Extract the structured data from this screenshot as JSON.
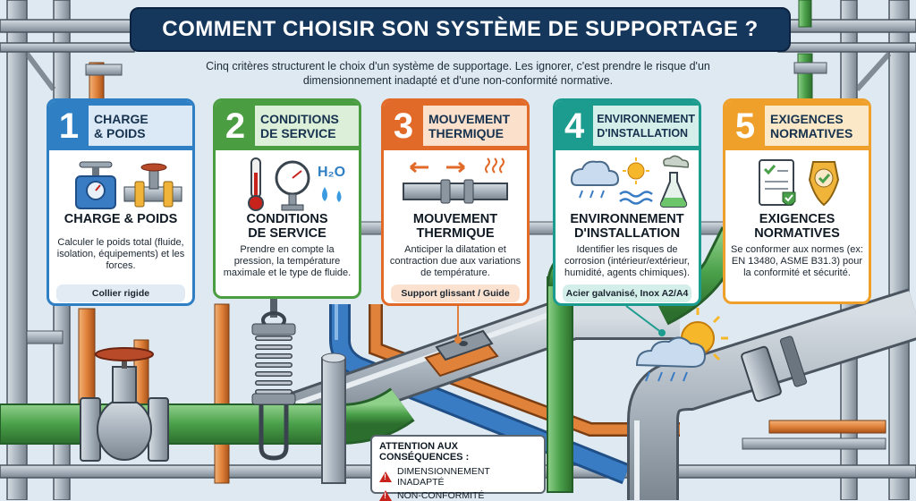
{
  "header": {
    "title": "COMMENT CHOISIR SON SYSTÈME DE SUPPORTAGE ?",
    "intro": "Cinq critères structurent le choix d'un système de supportage. Les ignorer, c'est prendre le risque d'un dimensionnement inadapté et d'une non-conformité normative."
  },
  "cards": [
    {
      "number": "1",
      "header_line1": "CHARGE",
      "header_line2": "& POIDS",
      "title_line1": "CHARGE & POIDS",
      "title_line2": "",
      "description": "Calculer le poids total (fluide, isolation, équipements) et les forces.",
      "tag": "Collier rigide",
      "color": "#2f7fc4",
      "tag_bg": "#e2ebf4"
    },
    {
      "number": "2",
      "header_line1": "CONDITIONS",
      "header_line2": "DE SERVICE",
      "title_line1": "CONDITIONS",
      "title_line2": "DE SERVICE",
      "description": "Prendre en compte la pression, la température maximale et le type de fluide.",
      "tag": "",
      "color": "#4a9d41",
      "tag_bg": ""
    },
    {
      "number": "3",
      "header_line1": "MOUVEMENT",
      "header_line2": "THERMIQUE",
      "title_line1": "MOUVEMENT",
      "title_line2": "THERMIQUE",
      "description": "Anticiper la dilatation et contraction due aux variations de température.",
      "tag": "Support glissant / Guide",
      "color": "#e26a28",
      "tag_bg": "#fbe2d0"
    },
    {
      "number": "4",
      "header_line1": "ENVIRONNEMENT",
      "header_line2": "D'INSTALLATION",
      "title_line1": "ENVIRONNEMENT",
      "title_line2": "D'INSTALLATION",
      "description": "Identifier les risques de corrosion (intérieur/extérieur, humidité, agents chimiques).",
      "tag": "Acier galvanisé, Inox A2/A4",
      "color": "#1c9c8e",
      "tag_bg": "#d4eee9"
    },
    {
      "number": "5",
      "header_line1": "EXIGENCES",
      "header_line2": "NORMATIVES",
      "title_line1": "EXIGENCES",
      "title_line2": "NORMATIVES",
      "description": "Se conformer aux normes (ex: EN 13480, ASME B31.3) pour la conformité et sécurité.",
      "tag": "",
      "color": "#efa02b",
      "tag_bg": ""
    }
  ],
  "icons": {
    "card1": [
      "scale-icon",
      "valve-pipe-icon"
    ],
    "card2": [
      "thermometer-icon",
      "pressure-gauge-icon",
      "h2o-icon"
    ],
    "card3": [
      "expanding-pipe-icon"
    ],
    "card4": [
      "rain-cloud-icon",
      "sun-icon",
      "water-waves-icon",
      "chemical-flask-icon"
    ],
    "card5": [
      "checklist-document-icon",
      "certified-badge-icon"
    ]
  },
  "h2o_label": "H₂O",
  "warning": {
    "title": "ATTENTION AUX CONSÉQUENCES :",
    "items": [
      "DIMENSIONNEMENT INADAPTÉ",
      "NON-CONFORMITÉ"
    ],
    "color": "#c8221c"
  },
  "colors": {
    "banner": "#15375c",
    "pipe_green": "#4aa04a",
    "pipe_orange": "#e0823a",
    "pipe_blue": "#3a7cc4",
    "pipe_gray": "#a9b3bd"
  }
}
